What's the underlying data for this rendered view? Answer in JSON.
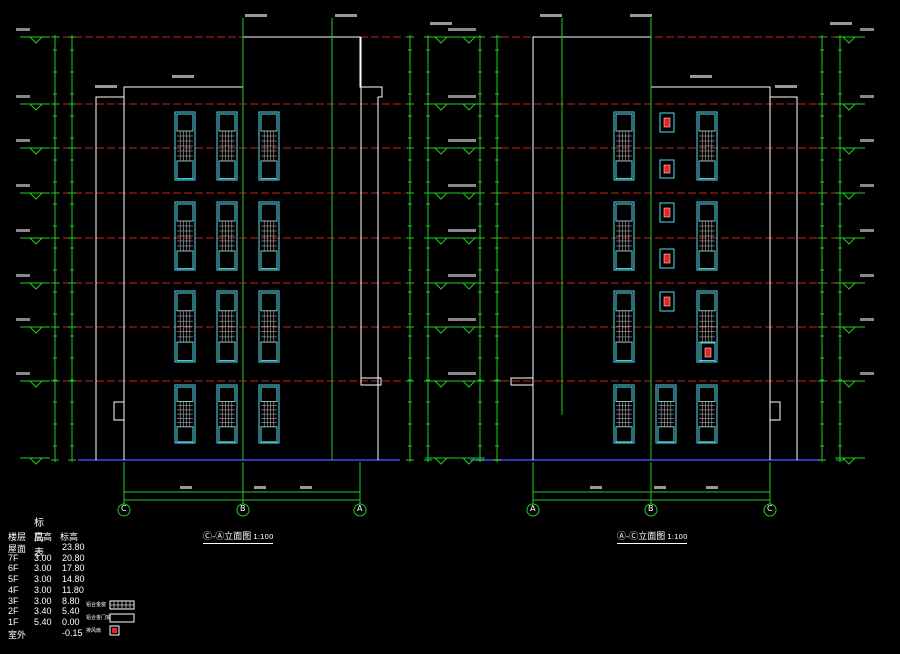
{
  "drawings": [
    {
      "title_axes": "Ⓒ-Ⓐ",
      "title_text": "立面图",
      "scale": "1:100",
      "axes": [
        "C",
        "B",
        "A"
      ]
    },
    {
      "title_axes": "Ⓐ-Ⓒ",
      "title_text": "立面图",
      "scale": "1:100",
      "axes": [
        "A",
        "B",
        "C"
      ]
    }
  ],
  "level_table": {
    "title": "标高表",
    "headers": [
      "楼层",
      "层高",
      "标高"
    ],
    "rows": [
      [
        "屋面",
        "",
        "23.80"
      ],
      [
        "7F",
        "3.00",
        "20.80"
      ],
      [
        "6F",
        "3.00",
        "17.80"
      ],
      [
        "5F",
        "3.00",
        "14.80"
      ],
      [
        "4F",
        "3.00",
        "11.80"
      ],
      [
        "3F",
        "3.00",
        "8.80"
      ],
      [
        "2F",
        "3.40",
        "5.40"
      ],
      [
        "1F",
        "5.40",
        "0.00"
      ],
      [
        "室外",
        "",
        "-0.15"
      ]
    ]
  },
  "legend": [
    {
      "label": "铝合金窗",
      "swatch": "window-grid"
    },
    {
      "label": "铝合金门窗",
      "swatch": "window-plain"
    },
    {
      "label": "排风扇",
      "swatch": "fan-red"
    }
  ],
  "colors": {
    "building": "#ffffff",
    "window": "#55ddee",
    "grid_line": "#cc2222",
    "dimension": "#22cc22",
    "ground": "#3333bb",
    "fan": "#ee2222"
  }
}
